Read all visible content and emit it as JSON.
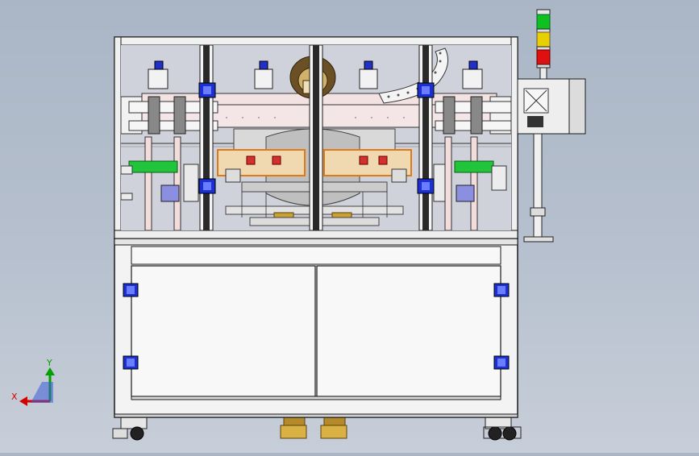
{
  "app": {
    "title": "",
    "view": "front"
  },
  "triad": {
    "x_label": "X",
    "y_label": "Y",
    "x_color": "#d40000",
    "y_color": "#00a000",
    "z_color": "#1f3fd8"
  },
  "colors": {
    "background": "#b6c0ce",
    "frame_white": "#f4f4f4",
    "glass": "#c9ccd4",
    "bracket_blue": "#1c2fd0",
    "belt_green": "#21c43a",
    "beam_pink": "#f1dede",
    "orange_frame": "#e07a16",
    "brass": "#c9a233",
    "light_green": "#10c020",
    "light_yellow": "#e8d000",
    "light_red": "#e01010"
  },
  "signal_tower": {
    "lights": [
      "green",
      "yellow",
      "red"
    ]
  }
}
